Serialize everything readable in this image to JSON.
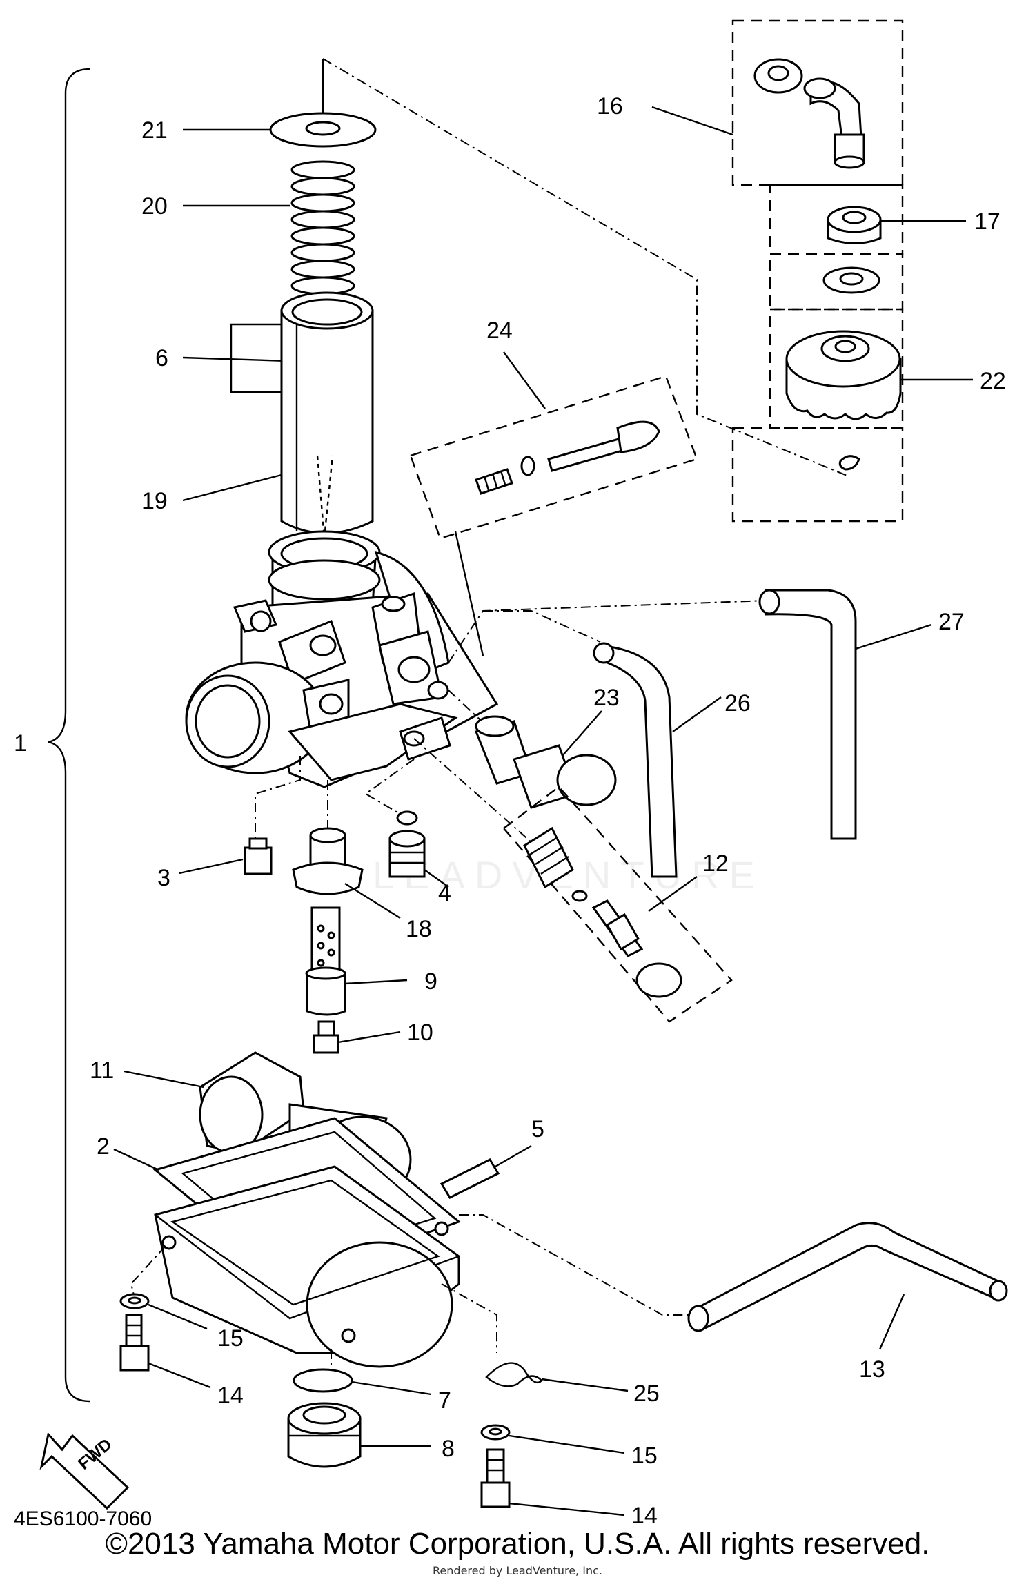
{
  "diagram_code": "4ES6100-7060",
  "fwd_label": "FWD",
  "copyright": "©2013 Yamaha Motor Corporation, U.S.A. All rights reserved.",
  "rendered_by": "Rendered by LeadVenture, Inc.",
  "watermark": "LEADVENTURE",
  "callouts": [
    {
      "id": "c1",
      "text": "1"
    },
    {
      "id": "c2",
      "text": "2"
    },
    {
      "id": "c3",
      "text": "3"
    },
    {
      "id": "c4",
      "text": "4"
    },
    {
      "id": "c5",
      "text": "5"
    },
    {
      "id": "c6",
      "text": "6"
    },
    {
      "id": "c7",
      "text": "7"
    },
    {
      "id": "c8",
      "text": "8"
    },
    {
      "id": "c9",
      "text": "9"
    },
    {
      "id": "c10",
      "text": "10"
    },
    {
      "id": "c11",
      "text": "11"
    },
    {
      "id": "c12",
      "text": "12"
    },
    {
      "id": "c13",
      "text": "13"
    },
    {
      "id": "c14a",
      "text": "14"
    },
    {
      "id": "c14b",
      "text": "14"
    },
    {
      "id": "c15a",
      "text": "15"
    },
    {
      "id": "c15b",
      "text": "15"
    },
    {
      "id": "c16",
      "text": "16"
    },
    {
      "id": "c17",
      "text": "17"
    },
    {
      "id": "c18",
      "text": "18"
    },
    {
      "id": "c19",
      "text": "19"
    },
    {
      "id": "c20",
      "text": "20"
    },
    {
      "id": "c21",
      "text": "21"
    },
    {
      "id": "c22",
      "text": "22"
    },
    {
      "id": "c23",
      "text": "23"
    },
    {
      "id": "c24",
      "text": "24"
    },
    {
      "id": "c25",
      "text": "25"
    },
    {
      "id": "c26",
      "text": "26"
    },
    {
      "id": "c27",
      "text": "27"
    }
  ]
}
